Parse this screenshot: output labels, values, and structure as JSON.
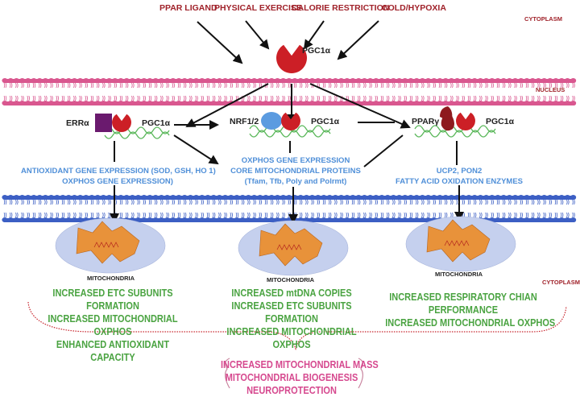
{
  "triggers": [
    "PPAR LIGAND",
    "PHYSICAL EXERCISE",
    "CALORIE RESTRICTION",
    "COLD/HYPOXIA"
  ],
  "regions": {
    "cytoplasm_top": "CYTOPLASM",
    "nucleus": "NUCLEUS",
    "cytoplasm_bottom": "CYTOPLASM"
  },
  "central_protein": "PGC1α",
  "complexes": [
    {
      "partner": "ERRα",
      "coactivator": "PGC1α",
      "partner_shape": "square",
      "partner_color": "#6a1a6e",
      "expression": [
        "ANTIOXIDANT GENE EXPRESSION (SOD, GSH, HO 1)",
        "OXPHOS GENE EXPRESSION)"
      ]
    },
    {
      "partner": "NRF1/2",
      "coactivator": "PGC1α",
      "partner_shape": "ellipse",
      "partner_color": "#5b9be0",
      "expression": [
        "OXPHOS GENE EXPRESSION",
        "CORE MITOCHONDRIAL PROTEINS",
        "(Tfam, Tfb, Poly and Polrmt)"
      ]
    },
    {
      "partner": "PPARγ",
      "coactivator": "PGC1α",
      "partner_shape": "drop",
      "partner_color": "#8e1a1e",
      "expression": [
        "UCP2, PON2",
        "FATTY ACID OXIDATION ENZYMES"
      ]
    }
  ],
  "mitochondria_label": "MITOCHONDRIA",
  "outcomes": [
    [
      "INCREASED ETC SUBUNITS",
      "FORMATION",
      "INCREASED MITOCHONDRIAL",
      "OXPHOS",
      "ENHANCED ANTIOXIDANT",
      "CAPACITY"
    ],
    [
      "INCREASED mtDNA COPIES",
      "INCREASED ETC SUBUNITS",
      "FORMATION",
      "INCREASED MITOCHONDRIAL",
      "OXPHOS"
    ],
    [
      "INCREASED RESPIRATORY CHIAN",
      "PERFORMANCE",
      "INCREASED MITOCHONDRIAL OXPHOS"
    ]
  ],
  "final_outcomes": [
    "INCREASED MITOCHONDRIAL MASS",
    "MITOCHONDRIAL BIOGENESIS",
    "NEUROPROTECTION"
  ],
  "colors": {
    "pgc1a": "#cc1f26",
    "nuclear_membrane": "#d9578f",
    "mito_membrane": "#3c5fc4",
    "dna": "#5cb85c",
    "mito_body": "#e8923a",
    "mito_halo": "#c5d0ee",
    "trigger_text": "#a0222a",
    "blue_text": "#4f8fd8",
    "green_text": "#4aa341",
    "pink_text": "#d6498f"
  }
}
